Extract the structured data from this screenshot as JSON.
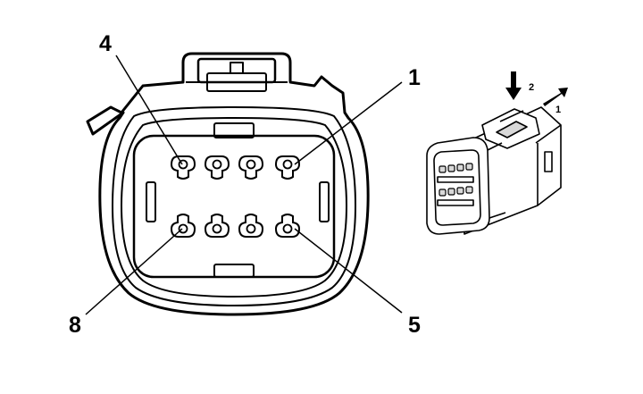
{
  "pin_labels": {
    "top_left": "4",
    "top_right": "1",
    "bottom_left": "8",
    "bottom_right": "5"
  },
  "arrow_labels": {
    "press": "2",
    "pull": "1"
  },
  "colors": {
    "line": "#000000",
    "background": "#ffffff",
    "connector_shade": "#d9d9d9"
  }
}
